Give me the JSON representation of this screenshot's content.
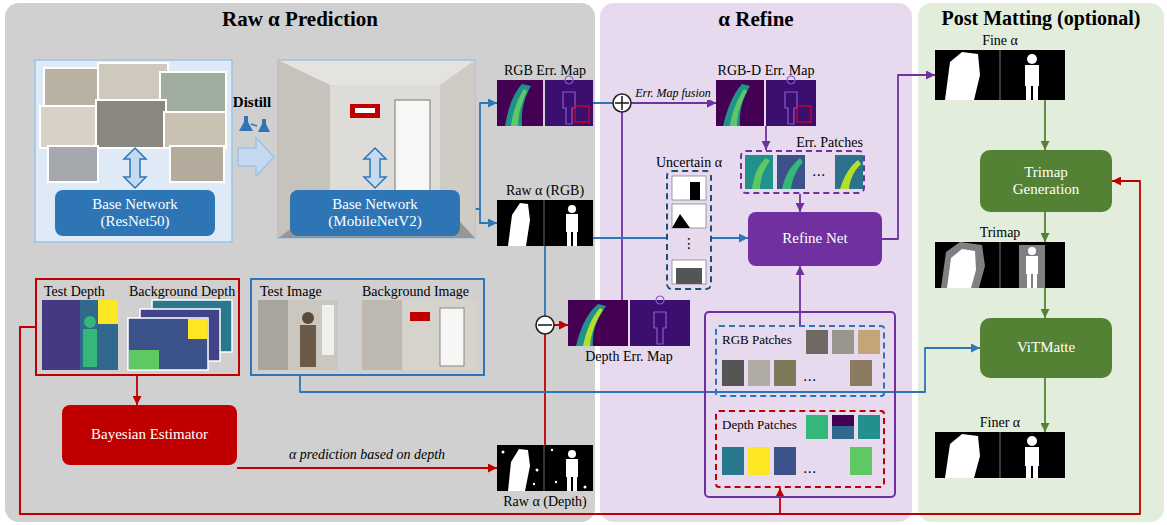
{
  "diagram": {
    "nodes": [
      {
        "text": [
          "Raw α Prediction"
        ]
      },
      {
        "text": [
          "α Refine"
        ]
      },
      {
        "text": [
          "Post Matting (optional)"
        ]
      },
      {
        "text": [
          "Base Network (ResNet50)"
        ],
        "in": 0
      },
      {
        "text": [
          "Base Network (MobileNetV2)"
        ],
        "in": 0
      },
      {
        "text": [
          "RGB Err. Map"
        ],
        "in": 0
      },
      {
        "text": [
          "Raw α (RGB)"
        ],
        "in": 0
      },
      {
        "text": [
          "Test Depth",
          "Background Depth"
        ],
        "in": 0
      },
      {
        "text": [
          "Test Image",
          "Background Image"
        ],
        "in": 0
      },
      {
        "text": [
          "Bayesian Estimator"
        ],
        "in": 0
      },
      {
        "text": [
          "Raw α (Depth)"
        ],
        "in": 0
      },
      {
        "text": [
          "Depth Err. Map"
        ]
      },
      {
        "text": [
          "RGB-D Err. Map"
        ],
        "in": 1
      },
      {
        "text": [
          "Err. Patches",
          "..."
        ],
        "in": 1
      },
      {
        "text": [
          "Uncertain α",
          "⋮"
        ],
        "in": 1
      },
      {
        "text": [
          "Refine Net"
        ],
        "in": 1
      },
      {
        "text": [
          "RGB Patches",
          "..."
        ],
        "in": 1
      },
      {
        "text": [
          "Depth Patches",
          "..."
        ],
        "in": 1
      },
      {
        "text": [
          "Fine α"
        ],
        "in": 2
      },
      {
        "text": [
          "Trimap Generation"
        ],
        "in": 2
      },
      {
        "text": [
          "Trimap"
        ],
        "in": 2
      },
      {
        "text": [
          "ViTMatte"
        ],
        "in": 2
      },
      {
        "text": [
          "Finer α"
        ],
        "in": 2
      }
    ],
    "edges": [
      {
        "from": 4,
        "to": 5,
        "arrow": "to"
      },
      {
        "from": 4,
        "to": 6,
        "arrow": "to"
      },
      {
        "from": 7,
        "to": 9,
        "arrow": "to"
      },
      {
        "from": 9,
        "to": 10,
        "arrow": "to",
        "label": "α prediction based on depth"
      },
      {
        "from": 6,
        "to": 11,
        "arrow": "to"
      },
      {
        "from": 10,
        "to": 11,
        "arrow": "to"
      },
      {
        "from": 5,
        "to": 12,
        "arrow": "to",
        "label": "Err. Map fusion"
      },
      {
        "from": 11,
        "to": 12,
        "arrow": "to"
      },
      {
        "from": 12,
        "to": 13,
        "arrow": "to"
      },
      {
        "from": 13,
        "to": 15,
        "arrow": "to"
      },
      {
        "from": 6,
        "to": 14,
        "arrow": "none"
      },
      {
        "from": 14,
        "to": 15,
        "arrow": "to"
      },
      {
        "from": 16,
        "to": 15,
        "arrow": "to"
      },
      {
        "from": 15,
        "to": 18,
        "arrow": "to"
      },
      {
        "from": 7,
        "to": 17,
        "arrow": "to"
      },
      {
        "from": 7,
        "to": 19,
        "arrow": "to"
      },
      {
        "from": 8,
        "to": 21,
        "arrow": "to"
      },
      {
        "from": 18,
        "to": 19,
        "arrow": "to"
      },
      {
        "from": 19,
        "to": 20,
        "arrow": "to"
      },
      {
        "from": 20,
        "to": 21,
        "arrow": "to"
      },
      {
        "from": 21,
        "to": 22,
        "arrow": "to"
      }
    ],
    "labels": [
      "Distill"
    ]
  }
}
